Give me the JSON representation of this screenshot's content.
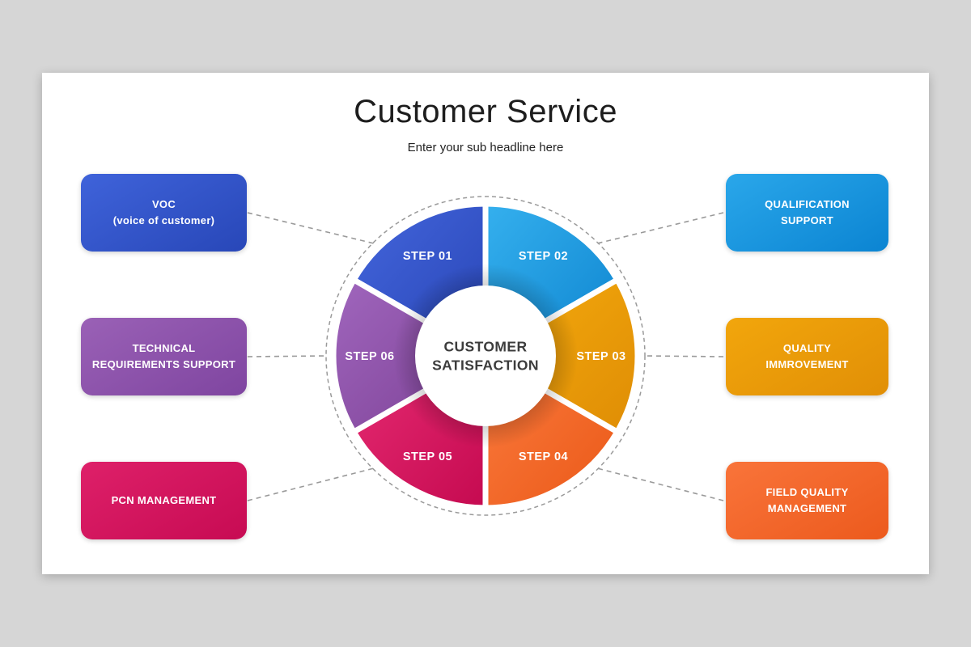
{
  "slide": {
    "title": "Customer Service",
    "subtitle": "Enter your sub headline here"
  },
  "wheel": {
    "center_label": "CUSTOMER\nSATISFACTION",
    "steps": [
      {
        "id": "step-01",
        "label": "STEP 01",
        "start": 90,
        "end": 150,
        "color1": "#4466dc",
        "color2": "#2845b6"
      },
      {
        "id": "step-02",
        "label": "STEP 02",
        "start": 30,
        "end": 90,
        "color1": "#35b0ee",
        "color2": "#0d84cf"
      },
      {
        "id": "step-03",
        "label": "STEP 03",
        "start": -30,
        "end": 30,
        "color1": "#f5ab0d",
        "color2": "#df8d05"
      },
      {
        "id": "step-04",
        "label": "STEP 04",
        "start": 270,
        "end": 330,
        "color1": "#fb7b3e",
        "color2": "#ea5817"
      },
      {
        "id": "step-05",
        "label": "STEP 05",
        "start": 210,
        "end": 270,
        "color1": "#e62b72",
        "color2": "#c50a50"
      },
      {
        "id": "step-06",
        "label": "STEP 06",
        "start": 150,
        "end": 210,
        "color1": "#a066bd",
        "color2": "#7c4095"
      }
    ]
  },
  "boxes": [
    {
      "id": "voc",
      "label": "VOC\n(voice of customer)",
      "color1": "#3f63da",
      "color2": "#2847b8"
    },
    {
      "id": "qualification-support",
      "label": "QUALIFICATION\nSUPPORT",
      "color1": "#2aa7ea",
      "color2": "#0b84d2"
    },
    {
      "id": "technical-requirements-support",
      "label": "TECHNICAL\nREQUIREMENTS SUPPORT",
      "color1": "#9a61b6",
      "color2": "#7f45a0"
    },
    {
      "id": "quality-improvement",
      "label": "QUALITY\nIMMROVEMENT",
      "color1": "#f2a60c",
      "color2": "#e18f06"
    },
    {
      "id": "pcn-management",
      "label": "PCN MANAGEMENT",
      "color1": "#de2069",
      "color2": "#c70b53"
    },
    {
      "id": "field-quality-management",
      "label": "FIELD QUALITY\nMANAGEMENT",
      "color1": "#f9743a",
      "color2": "#ec5a1d"
    }
  ],
  "colors": {
    "background": "#d6d6d6",
    "card": "#ffffff",
    "connector": "#9a9a9a",
    "step_text": "#ffffff",
    "center_text": "#3c3c3c"
  }
}
